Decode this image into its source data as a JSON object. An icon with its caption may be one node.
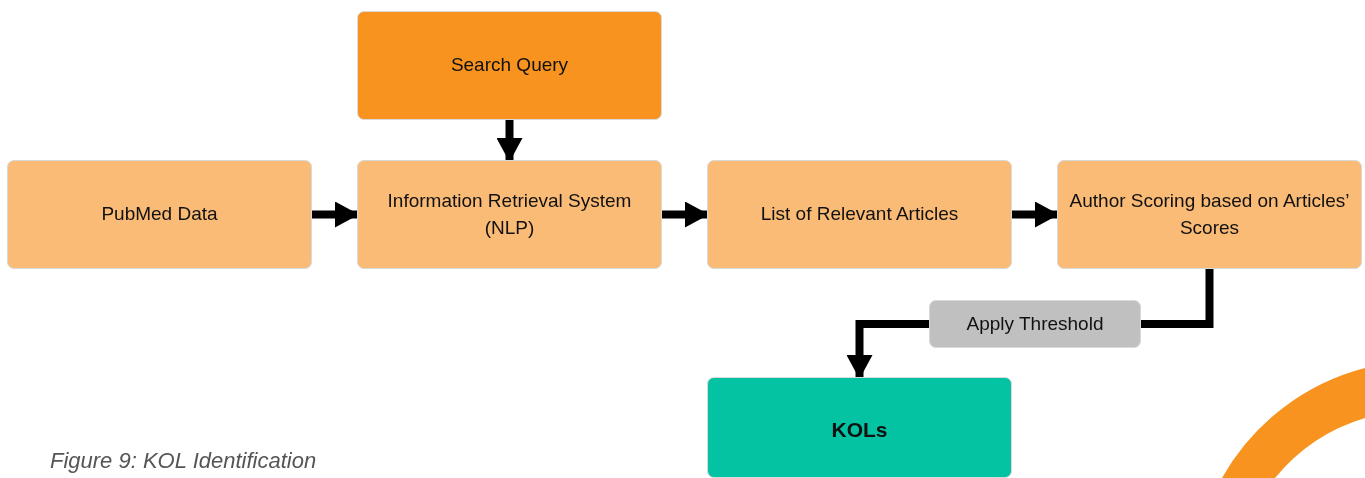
{
  "diagram": {
    "caption": "Figure 9: KOL Identification",
    "nodes": [
      {
        "text": [
          "Search Query"
        ]
      },
      {
        "text": [
          "PubMed Data"
        ]
      },
      {
        "text": [
          "Information Retrieval System (NLP)"
        ]
      },
      {
        "text": [
          "List of Relevant Articles"
        ]
      },
      {
        "text": [
          "Author Scoring based on Articles’ Scores"
        ]
      },
      {
        "text": [
          "Apply Threshold"
        ]
      },
      {
        "text": [
          "KOLs"
        ]
      }
    ],
    "edges": [
      {
        "from": 0,
        "to": 2,
        "arrow": "to"
      },
      {
        "from": 1,
        "to": 2,
        "arrow": "to"
      },
      {
        "from": 2,
        "to": 3,
        "arrow": "to"
      },
      {
        "from": 3,
        "to": 4,
        "arrow": "to"
      },
      {
        "from": 4,
        "to": 5,
        "arrow": "none"
      },
      {
        "from": 5,
        "to": 6,
        "arrow": "to"
      }
    ]
  }
}
